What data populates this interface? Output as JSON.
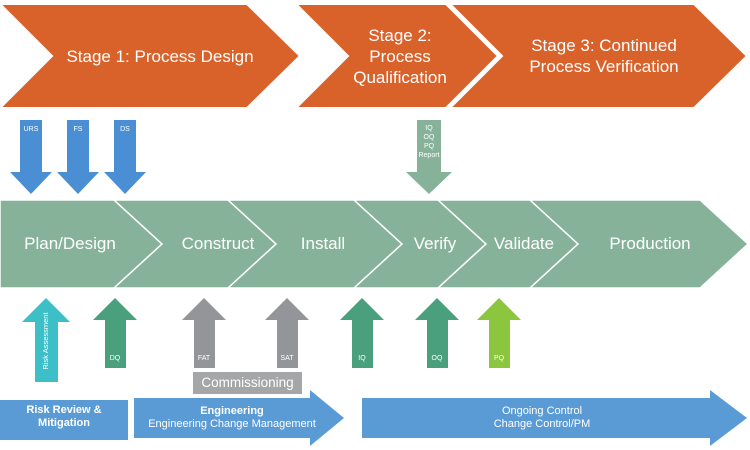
{
  "stages": [
    {
      "lines": [
        "Stage 1: Process Design"
      ]
    },
    {
      "lines": [
        "Stage 2:",
        "Process",
        "Qualification"
      ]
    },
    {
      "lines": [
        "Stage 3: Continued",
        "Process Verification"
      ]
    }
  ],
  "doc_arrows": [
    "URS",
    "FS",
    "DS"
  ],
  "qual_docs": [
    "IQ",
    "OQ",
    "PQ",
    "Report"
  ],
  "process_steps": [
    "Plan/Design",
    "Construct",
    "Install",
    "Verify",
    "Validate",
    "Production"
  ],
  "up_arrows": [
    "Risk Assessment",
    "DQ",
    "FAT",
    "SAT",
    "IQ",
    "OQ",
    "PQ"
  ],
  "commissioning": "Commissioning",
  "bottom": {
    "risk": [
      "Risk Review &",
      "Mitigation"
    ],
    "engineering": {
      "title": "Engineering",
      "subtitle": "Engineering Change Management"
    },
    "ongoing": [
      "Ongoing Control",
      "Change Control/PM"
    ]
  },
  "colors": {
    "stage_orange": "#d9622b",
    "process_green": "#86b29a",
    "doc_blue": "#4a8fd4",
    "qual_green": "#86b29a",
    "risk_teal": "#3cbfc7",
    "dq_green": "#4a9f7d",
    "gray": "#939598",
    "lime": "#8cc63f",
    "bottom_blue": "#5b9bd5"
  }
}
